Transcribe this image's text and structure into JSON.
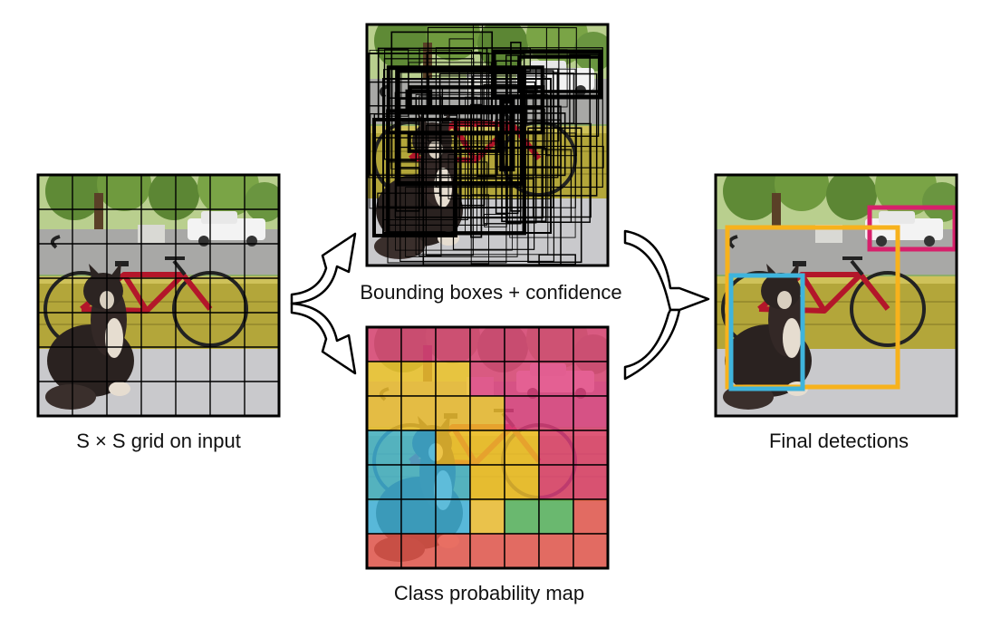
{
  "panels": {
    "input": {
      "caption": "S × S grid on input"
    },
    "boxes": {
      "caption": "Bounding boxes + confidence"
    },
    "classmap": {
      "caption": "Class probability map"
    },
    "final": {
      "caption": "Final detections"
    }
  },
  "grid_size": 7,
  "colors": {
    "pink": "#e0407e",
    "yellow": "#f2c12e",
    "blue": "#3fb4dc",
    "green": "#55b45a",
    "red": "#e8574a",
    "detection_dog": "#3fb4dc",
    "detection_bicycle": "#f7b21c",
    "detection_car": "#d7206b"
  },
  "class_map": [
    [
      "pink",
      "pink",
      "pink",
      "pink",
      "pink",
      "pink",
      "pink"
    ],
    [
      "yellow",
      "yellow",
      "yellow",
      "pink",
      "pink",
      "pink",
      "pink"
    ],
    [
      "yellow",
      "yellow",
      "yellow",
      "yellow",
      "pink",
      "pink",
      "pink"
    ],
    [
      "blue",
      "blue",
      "yellow",
      "yellow",
      "yellow",
      "pink",
      "pink"
    ],
    [
      "blue",
      "blue",
      "blue",
      "yellow",
      "yellow",
      "pink",
      "pink"
    ],
    [
      "blue",
      "blue",
      "blue",
      "yellow",
      "green",
      "green",
      "red"
    ],
    [
      "red",
      "red",
      "red",
      "red",
      "red",
      "red",
      "red"
    ]
  ],
  "detections": [
    {
      "class": "dog",
      "color_key": "detection_dog"
    },
    {
      "class": "bicycle",
      "color_key": "detection_bicycle"
    },
    {
      "class": "car",
      "color_key": "detection_car"
    }
  ],
  "icons": {
    "split_arrow": "curved-split-arrow-icon",
    "merge_arrow": "curved-merge-arrow-icon"
  }
}
